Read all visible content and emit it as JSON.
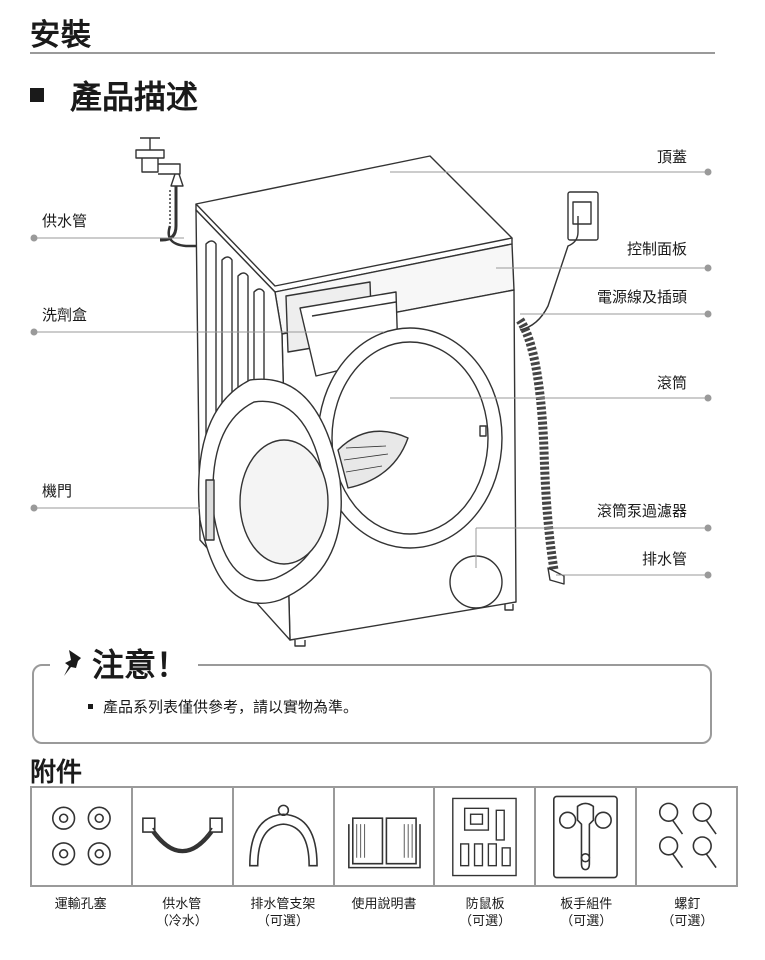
{
  "header": {
    "section_title": "安裝",
    "sub_title": "產品描述"
  },
  "labels": {
    "top_cover": "頂蓋",
    "water_inlet": "供水管",
    "control_panel": "控制面板",
    "power_cord": "電源線及插頭",
    "detergent_drawer": "洗劑盒",
    "drum": "滾筒",
    "door": "機門",
    "pump_filter": "滾筒泵過濾器",
    "drain_hose": "排水管"
  },
  "notice": {
    "title": "注意！",
    "items": [
      "產品系列表僅供參考，請以實物為準。"
    ]
  },
  "accessories": {
    "title": "附件",
    "items": [
      {
        "name": "運輸孔塞",
        "note": ""
      },
      {
        "name": "供水管",
        "note": "（冷水）"
      },
      {
        "name": "排水管支架",
        "note": "（可選）"
      },
      {
        "name": "使用說明書",
        "note": ""
      },
      {
        "name": "防鼠板",
        "note": "（可選）"
      },
      {
        "name": "板手組件",
        "note": "（可選）"
      },
      {
        "name": "螺釘",
        "note": "（可選）"
      }
    ]
  }
}
